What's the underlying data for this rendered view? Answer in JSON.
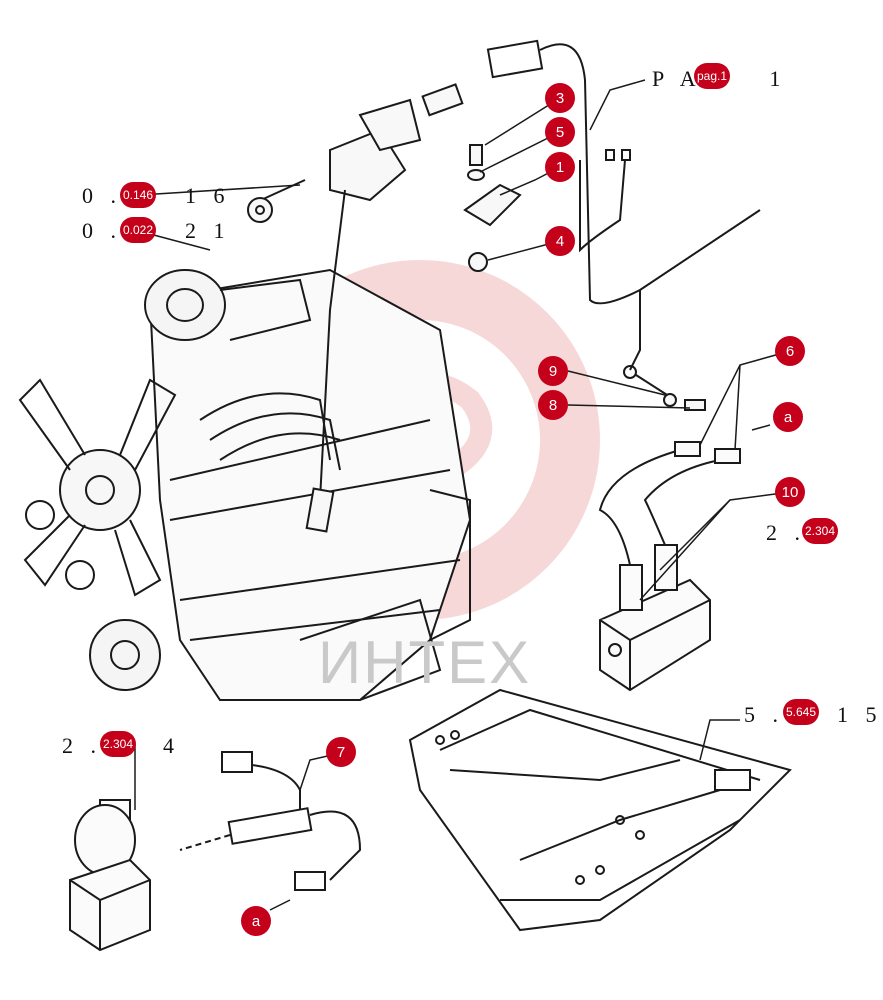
{
  "labels": {
    "ref_pag": "P A",
    "ref_pag_tail": "1",
    "ref_01461": "0 .",
    "ref_01461_tail": "1 6",
    "ref_00221": "0 .",
    "ref_00221_tail": "2 1",
    "ref_2304_right": "2 .",
    "ref_2304_left": "2 .",
    "ref_2304_left_tail": "4",
    "ref_5645": "5 .",
    "ref_5645_tail": "1 5"
  },
  "badges": {
    "pag": "pag.1",
    "b01461": "0.146",
    "b00221": "0.022",
    "b2304_right": "2.304",
    "b2304_left": "2.304",
    "b5645": "5.645",
    "n1": "1",
    "n3": "3",
    "n4": "4",
    "n5": "5",
    "n6": "6",
    "n7": "7",
    "n8": "8",
    "n9": "9",
    "n10": "10",
    "a_right": "a",
    "a_left": "a"
  },
  "watermark": "ИНТЕХ",
  "colors": {
    "callout_red": "#c4001a",
    "watermark_red": "#f4c7c7",
    "line": "#1a1a1a"
  }
}
